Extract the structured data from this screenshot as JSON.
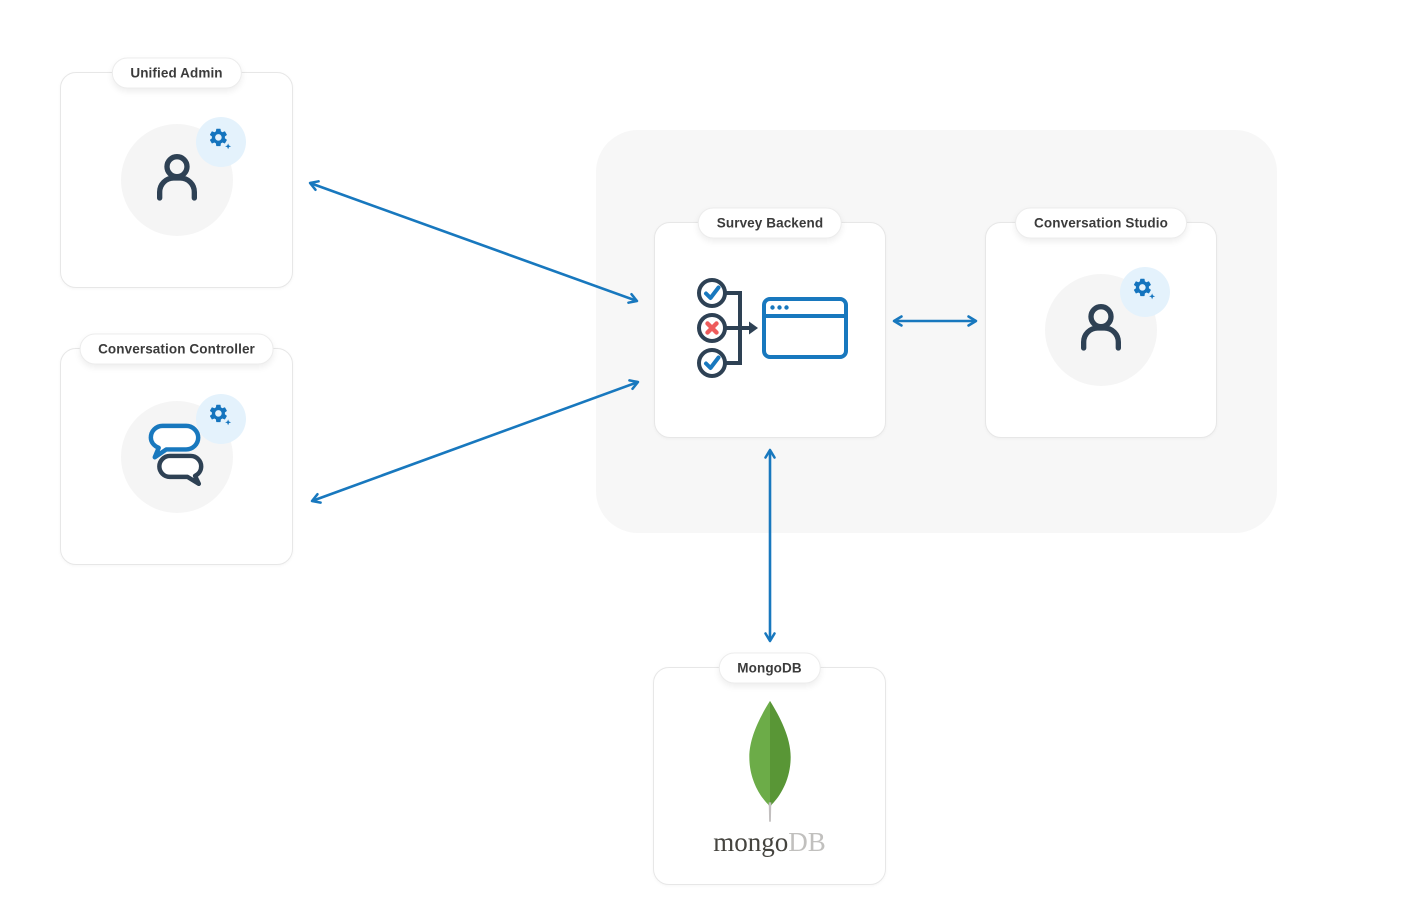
{
  "diagram": {
    "nodes": {
      "unified_admin": {
        "label": "Unified Admin",
        "icon": "user-gear-icon"
      },
      "conversation_controller": {
        "label": "Conversation Controller",
        "icon": "chat-bubbles-gear-icon"
      },
      "survey_backend": {
        "label": "Survey Backend",
        "icon": "survey-checklist-browser-icon"
      },
      "conversation_studio": {
        "label": "Conversation Studio",
        "icon": "user-gear-icon"
      },
      "mongodb": {
        "label": "MongoDB",
        "icon": "mongodb-leaf-icon",
        "logo": {
          "primary": "mongo",
          "secondary": "DB"
        }
      }
    },
    "edges": [
      {
        "from": "Unified Admin",
        "to": "Survey Backend",
        "direction": "bidirectional"
      },
      {
        "from": "Conversation Controller",
        "to": "Survey Backend",
        "direction": "bidirectional"
      },
      {
        "from": "Survey Backend",
        "to": "Conversation Studio",
        "direction": "bidirectional"
      },
      {
        "from": "Survey Backend",
        "to": "MongoDB",
        "direction": "bidirectional"
      }
    ],
    "colors": {
      "arrow": "#1878be",
      "icon_dark": "#2e4154",
      "icon_blue": "#1878be",
      "icon_red": "#ee5c5c",
      "badge_bg": "#e4f2fc",
      "icon_circle_bg": "#f5f5f5",
      "container_bg": "#f7f7f7",
      "card_border": "#e7e7e7",
      "label_text": "#3b3b3b",
      "mongo_leaf_light": "#6cac48",
      "mongo_leaf_dark": "#599636",
      "mongo_stem": "#c2bfbf",
      "mongo_text_dark": "#45443f",
      "mongo_text_light": "#c1c0be"
    }
  }
}
